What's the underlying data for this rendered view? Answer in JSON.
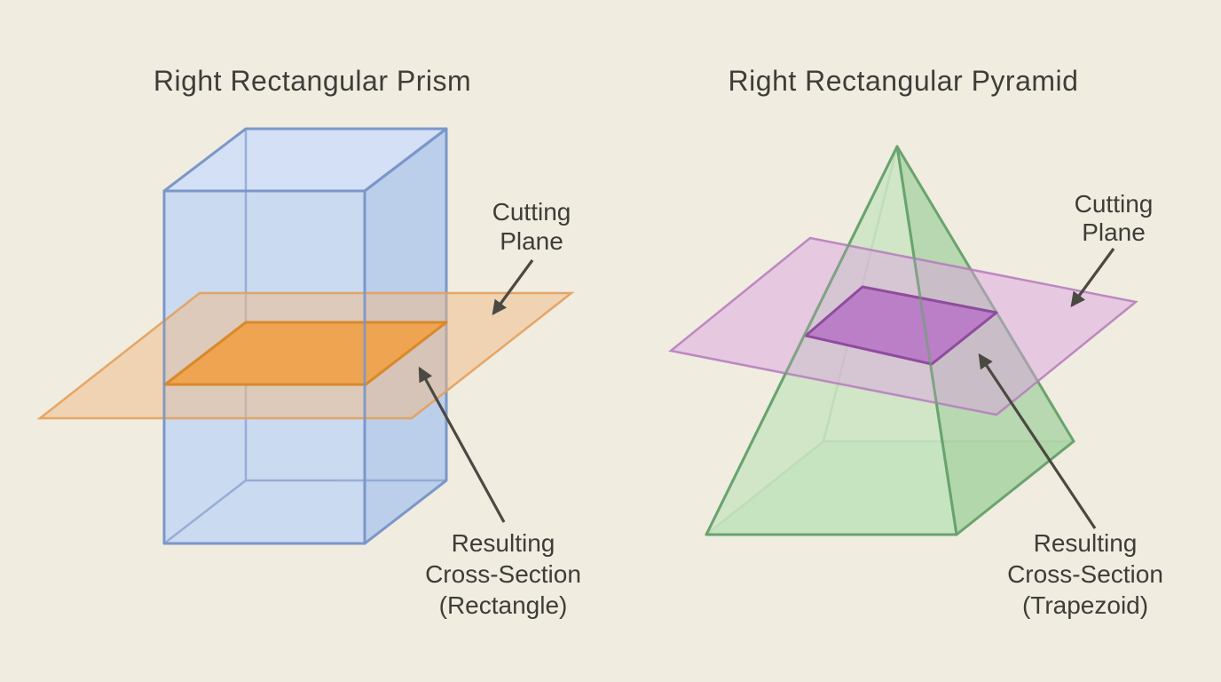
{
  "background_color": "#f0ece0",
  "text_color": "#3e3d38",
  "arrow_color": "#4a4942",
  "left_panel": {
    "title": "Right Rectangular Prism",
    "cutting_plane_label": [
      "Cutting",
      "Plane"
    ],
    "result_label": [
      "Resulting",
      "Cross-Section",
      "(Rectangle)"
    ],
    "colors": {
      "solid_top": "#d3e0f5",
      "solid_front": "#c7d8f1",
      "solid_side": "#b7cdeb",
      "solid_edge": "#7b97c9",
      "solid_inner_edge": "#8aa3cf",
      "plane_fill": "#f0ba84",
      "plane_edge": "#e3a05c",
      "cross_section_fill": "#eea24d",
      "cross_section_edge": "#d9892b"
    }
  },
  "right_panel": {
    "title": "Right Rectangular Pyramid",
    "cutting_plane_label": [
      "Cutting",
      "Plane"
    ],
    "result_label": [
      "Resulting",
      "Cross-Section",
      "(Trapezoid)"
    ],
    "colors": {
      "solid_front": "#c8e4c1",
      "solid_side": "#aed5a8",
      "solid_base": "#bfdfb8",
      "solid_edge": "#69a36e",
      "solid_inner_edge": "#84b188",
      "plane_fill": "#dca3e0",
      "plane_edge": "#b77fbe",
      "cross_section_fill": "#b97bc7",
      "cross_section_edge": "#8e4c9e"
    }
  }
}
